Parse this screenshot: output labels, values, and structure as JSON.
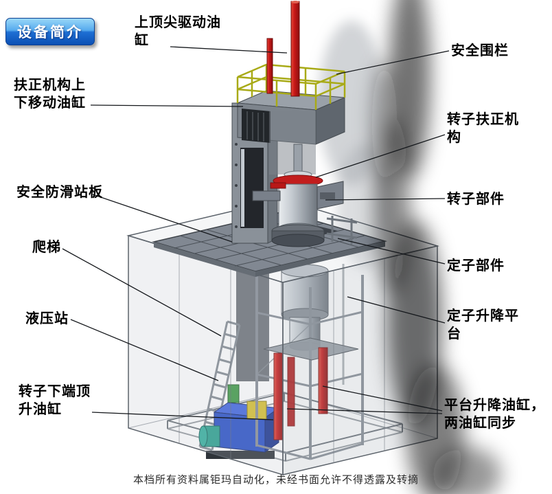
{
  "slide": {
    "title_badge": "设备简介",
    "footer": "本档所有资料属钜玛自动化，未经书面允许不得透露及转摘"
  },
  "labels": {
    "top_drive_cylinder": "上顶尖驱动油\n缸",
    "safety_fence": "安全围栏",
    "centering_updown_cylinder": "扶正机构上\n下移动油缸",
    "rotor_centering": "转子扶正机\n构",
    "antislip_board": "安全防滑站板",
    "rotor_part": "转子部件",
    "ladder": "爬梯",
    "stator_part": "定子部件",
    "hydraulic_station": "液压站",
    "stator_lift_platform": "定子升降平\n台",
    "rotor_jack_cylinder": "转子下端顶\n升油缸",
    "platform_lift_cylinder": "平台升降油缸，\n两油缸同步"
  },
  "colors": {
    "badge_blue": "#1766cc",
    "cylinder_red": "#c41717",
    "railing_yellow": "#a8aa16",
    "hydraulic_blue": "#2850c8",
    "machine_gray": "#878e96"
  }
}
